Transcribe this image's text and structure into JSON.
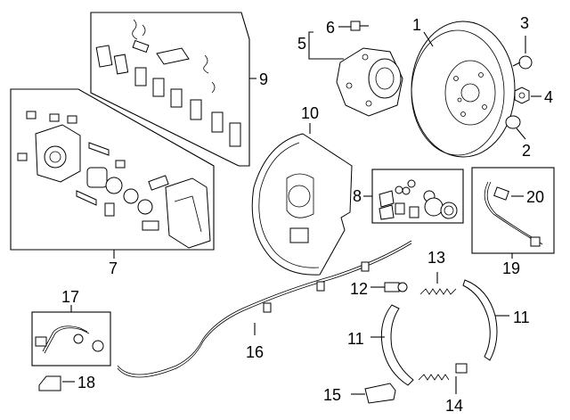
{
  "callouts": {
    "c1": "1",
    "c2": "2",
    "c3": "3",
    "c4": "4",
    "c5": "5",
    "c6": "6",
    "c7": "7",
    "c8": "8",
    "c9": "9",
    "c10": "10",
    "c11a": "11",
    "c11b": "11",
    "c12": "12",
    "c13": "13",
    "c14": "14",
    "c15": "15",
    "c16": "16",
    "c17": "17",
    "c18": "18",
    "c19": "19",
    "c20": "20"
  },
  "icons": [
    "rotor",
    "hub-bearing",
    "hub-bolt",
    "screw",
    "nut",
    "plug",
    "splash-shield",
    "caliper",
    "pad-kit",
    "seal-kit",
    "brake-cable",
    "shoe",
    "spring",
    "adjuster",
    "hose",
    "bracket",
    "sensor"
  ]
}
